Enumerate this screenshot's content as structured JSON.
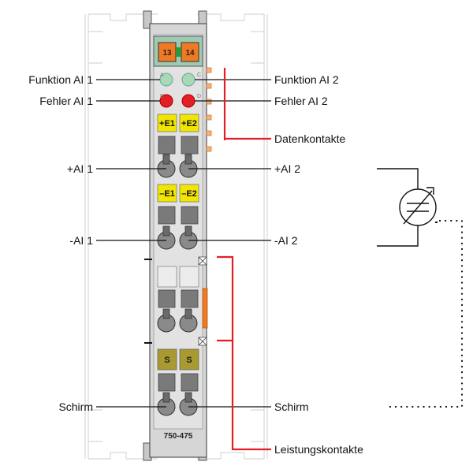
{
  "module": {
    "part_number": "750-475",
    "terminal_numbers": [
      "13",
      "14"
    ],
    "channel_markers": {
      "plus_e1": "+E1",
      "plus_e2": "+E2",
      "minus_e1": "–E1",
      "minus_e2": "–E2",
      "shield_1": "S",
      "shield_2": "S"
    },
    "led_letters": [
      "A",
      "C",
      "B",
      "D"
    ]
  },
  "labels": {
    "funktion_ai1": "Funktion AI 1",
    "funktion_ai2": "Funktion AI 2",
    "fehler_ai1": "Fehler AI 1",
    "fehler_ai2": "Fehler AI 2",
    "datenkontakte": "Datenkontakte",
    "plus_ai1": "+AI 1",
    "plus_ai2": "+AI 2",
    "minus_ai1": "-AI 1",
    "minus_ai2": "-AI 2",
    "schirm_left": "Schirm",
    "schirm_right": "Schirm",
    "leistungskontakte": "Leistungskontakte"
  },
  "colors": {
    "function_led": "#a8d8b8",
    "error_led": "#e31e24",
    "marker_yellow": "#f2e600",
    "marker_shield": "#a89a30",
    "terminal_orange": "#f07a24",
    "bracket_red": "#e31e24",
    "housing": "#d6d6d6"
  }
}
